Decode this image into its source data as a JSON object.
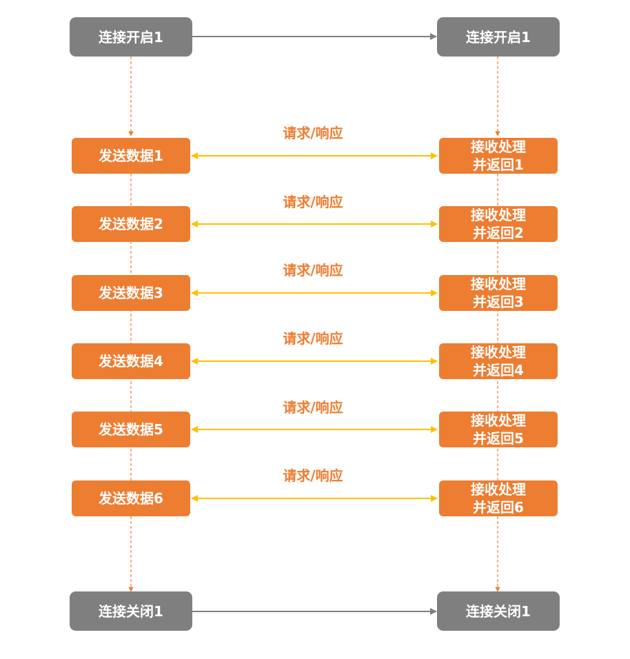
{
  "diagram": {
    "colors": {
      "gray": "#7f7f7f",
      "orange": "#ed7d31",
      "yellow": "#ffc000"
    },
    "nodes": {
      "open_left": "连接开启1",
      "open_right": "连接开启1",
      "close_left": "连接关闭1",
      "close_right": "连接关闭1"
    },
    "send": [
      "发送数据1",
      "发送数据2",
      "发送数据3",
      "发送数据4",
      "发送数据5",
      "发送数据6"
    ],
    "receive": [
      [
        "接收处理",
        "并返回1"
      ],
      [
        "接收处理",
        "并返回2"
      ],
      [
        "接收处理",
        "并返回3"
      ],
      [
        "接收处理",
        "并返回4"
      ],
      [
        "接收处理",
        "并返回5"
      ],
      [
        "接收处理",
        "并返回6"
      ]
    ],
    "exchange_label": "请求/响应"
  }
}
